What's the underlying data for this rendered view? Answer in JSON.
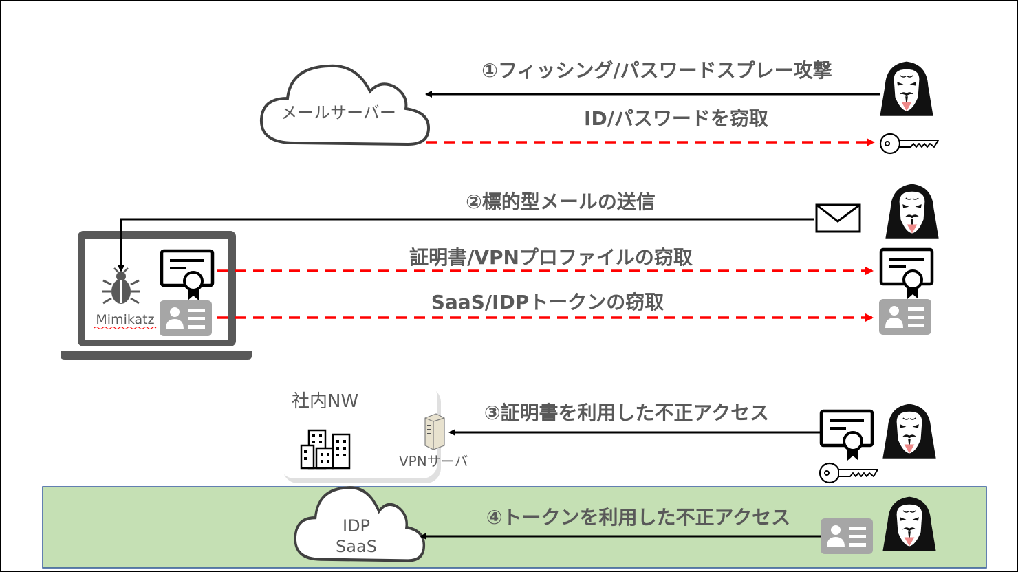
{
  "nodes": {
    "mail_server": "メールサーバー",
    "internal_nw": "社内NW",
    "vpn_server": "VPNサーバ",
    "idp_line1": "IDP",
    "idp_line2": "SaaS",
    "malware": "Mimikatz"
  },
  "steps": {
    "step1": "①フィッシング/パスワードスプレー攻撃",
    "step1_result": "ID/パスワードを窃取",
    "step2": "②標的型メールの送信",
    "step2_cert": "証明書/VPNプロファイルの窃取",
    "step2_token": "SaaS/IDPトークンの窃取",
    "step3": "③証明書を利用した不正アクセス",
    "step4": "④トークンを利用した不正アクセス"
  },
  "colors": {
    "attack_arrow": "#000000",
    "theft_arrow": "#ff0000",
    "highlight_band": "#c5e0b4",
    "highlight_border": "#2f5597",
    "label_text": "#595959",
    "icon_gray": "#a6a6a6"
  },
  "icons": [
    "hacker-icon",
    "key-icon",
    "envelope-icon",
    "certificate-icon",
    "id-card-icon",
    "bug-icon",
    "laptop-icon",
    "buildings-icon",
    "server-icon",
    "cloud-icon"
  ]
}
